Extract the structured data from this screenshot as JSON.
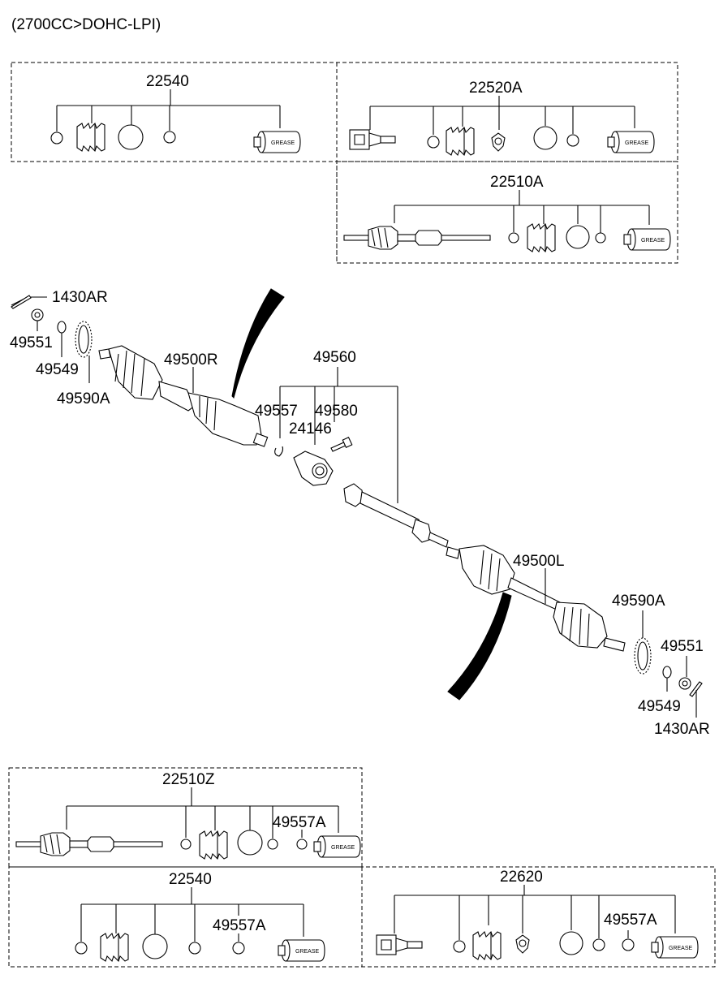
{
  "header": {
    "engine": "(2700CC>DOHC-LPI)"
  },
  "grease_label": "GREASE",
  "kits": {
    "top_left": "22540",
    "top_right": "22520A",
    "middle_right": "22510A",
    "bottom_top": "22510Z",
    "bottom_left": "22540",
    "bottom_right": "22620",
    "bottom_top_sub": "49557A",
    "bottom_left_sub": "49557A",
    "bottom_right_sub": "49557A"
  },
  "parts": {
    "cotter_pin_right": "1430AR",
    "nut_right": "49551",
    "washer_right": "49549",
    "tone_wheel_right": "49590A",
    "shaft_right": "49500R",
    "bearing_bracket": "49560",
    "snap_ring": "49557",
    "bolt": "49580",
    "bracket_assy": "24146",
    "shaft_left": "49500L",
    "tone_wheel_left": "49590A",
    "nut_left": "49551",
    "washer_left": "49549",
    "cotter_pin_left": "1430AR"
  }
}
